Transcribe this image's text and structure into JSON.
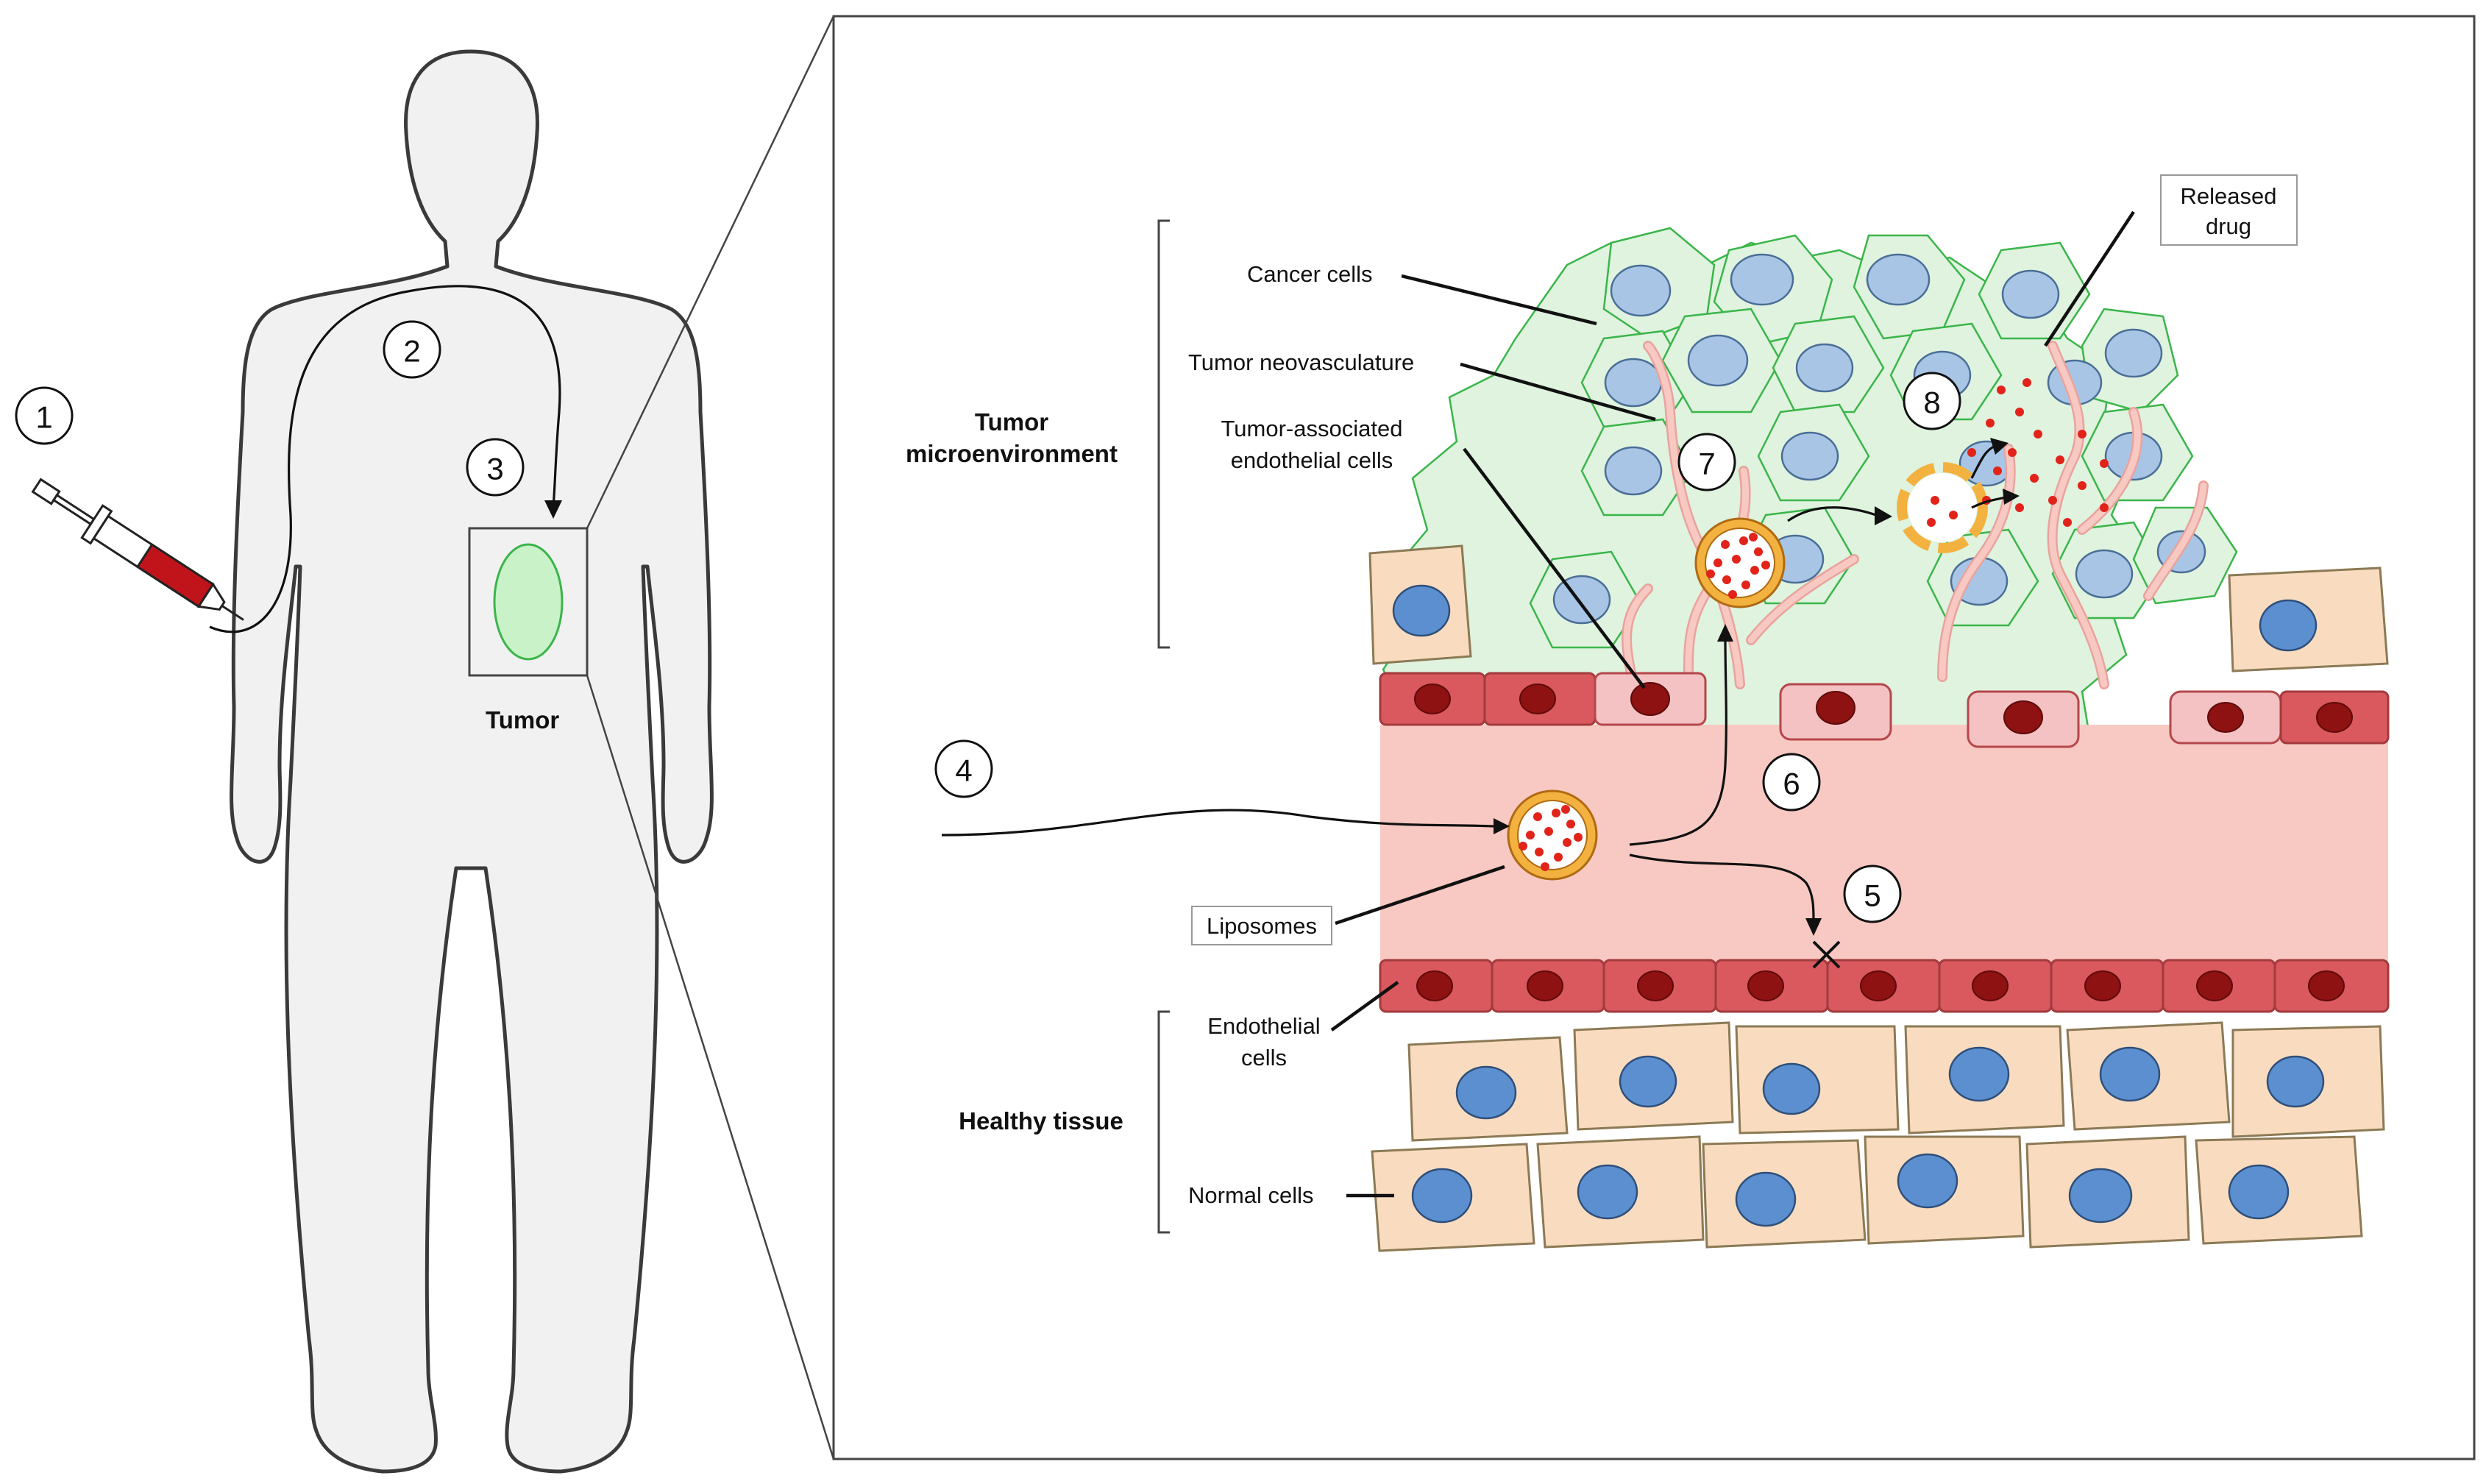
{
  "body_panel": {
    "tumor_label": "Tumor"
  },
  "steps": [
    "1",
    "2",
    "3",
    "4",
    "5",
    "6",
    "7",
    "8"
  ],
  "labels": {
    "tumor_microenvironment_line1": "Tumor",
    "tumor_microenvironment_line2": "microenvironment",
    "healthy_tissue": "Healthy tissue",
    "cancer_cells": "Cancer cells",
    "tumor_neovasculature": "Tumor neovasculature",
    "tumor_associated_line1": "Tumor-associated",
    "tumor_associated_line2": "endothelial cells",
    "released_drug_line1": "Released",
    "released_drug_line2": "drug",
    "liposomes": "Liposomes",
    "endothelial_line1": "Endothelial",
    "endothelial_line2": "cells",
    "normal_cells": "Normal cells"
  },
  "colors": {
    "blood_vessel": "#f8c9c2",
    "endothelial_cell": "#d9595e",
    "tumor_endothelial_cell": "#f4c2c2",
    "cancer_cell": "#dff3df",
    "normal_cell": "#f9dcc0",
    "drug": "#e2231a",
    "liposome_shell": "#f3b23f",
    "syringe_blood": "#c0141a"
  }
}
